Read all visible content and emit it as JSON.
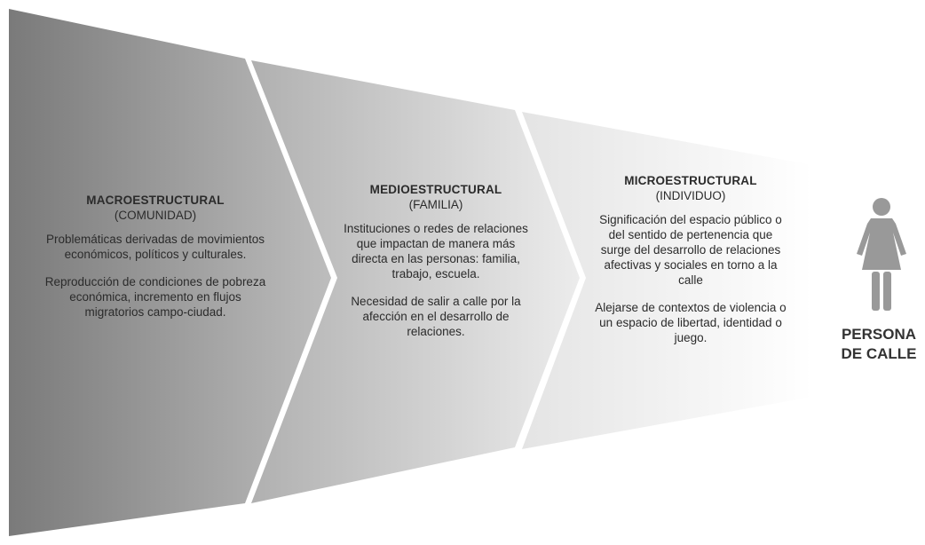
{
  "colors": {
    "person": "#999999",
    "text": "#2b2b2b"
  },
  "blocks": [
    {
      "title": "MACROESTRUCTURAL",
      "subtitle": "(COMUNIDAD)",
      "p1": "Problemáticas derivadas de movimientos económicos, políticos y culturales.",
      "p2": "Reproducción de condiciones de pobreza económica, incremento en flujos migratorios campo-ciudad."
    },
    {
      "title": "MEDIOESTRUCTURAL",
      "subtitle": "(FAMILIA)",
      "p1": "Instituciones o redes de relaciones que impactan de manera más directa en las personas: familia, trabajo, escuela.",
      "p2": "Necesidad de salir a calle por la afección en el desarrollo de relaciones."
    },
    {
      "title": "MICROESTRUCTURAL",
      "subtitle": "(INDIVIDUO)",
      "p1": "Significación del espacio público o del sentido de pertenencia que surge del desarrollo de relaciones afectivas y sociales en torno a la calle",
      "p2": "Alejarse de contextos de violencia o un espacio de libertad, identidad o juego."
    }
  ],
  "person": {
    "icon": "person-female-icon",
    "label_line1": "PERSONA",
    "label_line2": "DE CALLE"
  }
}
